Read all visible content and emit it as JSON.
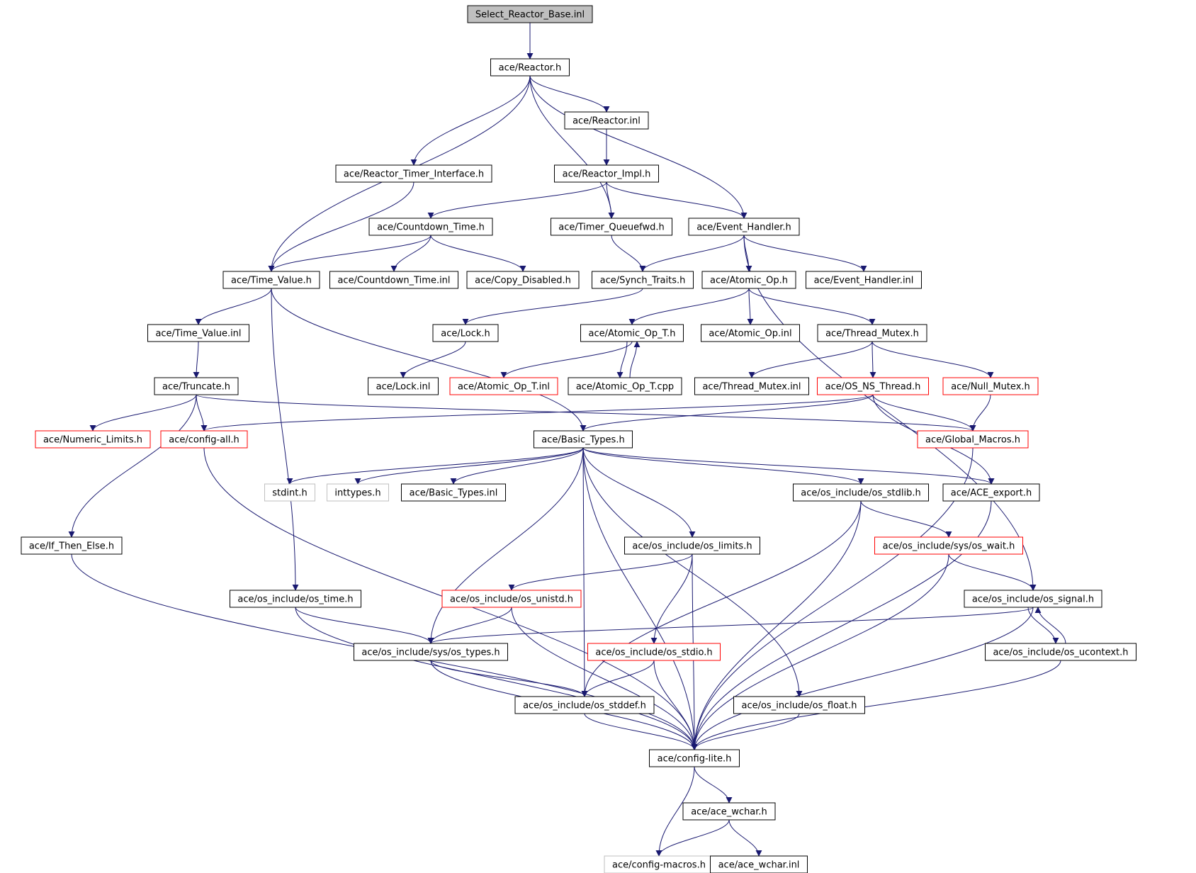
{
  "colors": {
    "edge": "#191970",
    "border_normal": "#000000",
    "border_red": "#ff0000",
    "border_gray": "#bfbfbf",
    "root_fill": "#bfbfbf",
    "node_fill": "#ffffff"
  },
  "nodes": [
    {
      "id": "root",
      "label": "Select_Reactor_Base.inl",
      "kind": "root"
    },
    {
      "id": "reactor_h",
      "label": "ace/Reactor.h",
      "kind": "normal"
    },
    {
      "id": "reactor_inl",
      "label": "ace/Reactor.inl",
      "kind": "normal"
    },
    {
      "id": "reactor_timer_interface",
      "label": "ace/Reactor_Timer_Interface.h",
      "kind": "normal"
    },
    {
      "id": "reactor_impl",
      "label": "ace/Reactor_Impl.h",
      "kind": "normal"
    },
    {
      "id": "countdown_time_h",
      "label": "ace/Countdown_Time.h",
      "kind": "normal"
    },
    {
      "id": "timer_queuefwd",
      "label": "ace/Timer_Queuefwd.h",
      "kind": "normal"
    },
    {
      "id": "event_handler_h",
      "label": "ace/Event_Handler.h",
      "kind": "normal"
    },
    {
      "id": "time_value_h",
      "label": "ace/Time_Value.h",
      "kind": "normal"
    },
    {
      "id": "countdown_time_inl",
      "label": "ace/Countdown_Time.inl",
      "kind": "normal"
    },
    {
      "id": "copy_disabled",
      "label": "ace/Copy_Disabled.h",
      "kind": "normal"
    },
    {
      "id": "synch_traits",
      "label": "ace/Synch_Traits.h",
      "kind": "normal"
    },
    {
      "id": "atomic_op_h",
      "label": "ace/Atomic_Op.h",
      "kind": "normal"
    },
    {
      "id": "event_handler_inl",
      "label": "ace/Event_Handler.inl",
      "kind": "normal"
    },
    {
      "id": "time_value_inl",
      "label": "ace/Time_Value.inl",
      "kind": "normal"
    },
    {
      "id": "lock_h",
      "label": "ace/Lock.h",
      "kind": "normal"
    },
    {
      "id": "atomic_op_t_h",
      "label": "ace/Atomic_Op_T.h",
      "kind": "normal"
    },
    {
      "id": "atomic_op_inl",
      "label": "ace/Atomic_Op.inl",
      "kind": "normal"
    },
    {
      "id": "thread_mutex_h",
      "label": "ace/Thread_Mutex.h",
      "kind": "normal"
    },
    {
      "id": "truncate_h",
      "label": "ace/Truncate.h",
      "kind": "normal"
    },
    {
      "id": "lock_inl",
      "label": "ace/Lock.inl",
      "kind": "normal"
    },
    {
      "id": "atomic_op_t_inl",
      "label": "ace/Atomic_Op_T.inl",
      "kind": "red"
    },
    {
      "id": "atomic_op_t_cpp",
      "label": "ace/Atomic_Op_T.cpp",
      "kind": "normal"
    },
    {
      "id": "thread_mutex_inl",
      "label": "ace/Thread_Mutex.inl",
      "kind": "normal"
    },
    {
      "id": "os_ns_thread",
      "label": "ace/OS_NS_Thread.h",
      "kind": "red"
    },
    {
      "id": "null_mutex",
      "label": "ace/Null_Mutex.h",
      "kind": "red"
    },
    {
      "id": "numeric_limits",
      "label": "ace/Numeric_Limits.h",
      "kind": "red"
    },
    {
      "id": "config_all",
      "label": "ace/config-all.h",
      "kind": "red"
    },
    {
      "id": "basic_types_h",
      "label": "ace/Basic_Types.h",
      "kind": "normal"
    },
    {
      "id": "global_macros",
      "label": "ace/Global_Macros.h",
      "kind": "red"
    },
    {
      "id": "stdint",
      "label": "stdint.h",
      "kind": "gray"
    },
    {
      "id": "inttypes",
      "label": "inttypes.h",
      "kind": "gray"
    },
    {
      "id": "basic_types_inl",
      "label": "ace/Basic_Types.inl",
      "kind": "normal"
    },
    {
      "id": "os_stdlib",
      "label": "ace/os_include/os_stdlib.h",
      "kind": "normal"
    },
    {
      "id": "ace_export",
      "label": "ace/ACE_export.h",
      "kind": "normal"
    },
    {
      "id": "if_then_else",
      "label": "ace/If_Then_Else.h",
      "kind": "normal"
    },
    {
      "id": "os_limits",
      "label": "ace/os_include/os_limits.h",
      "kind": "normal"
    },
    {
      "id": "os_wait",
      "label": "ace/os_include/sys/os_wait.h",
      "kind": "red"
    },
    {
      "id": "os_time",
      "label": "ace/os_include/os_time.h",
      "kind": "normal"
    },
    {
      "id": "os_unistd",
      "label": "ace/os_include/os_unistd.h",
      "kind": "red"
    },
    {
      "id": "os_signal",
      "label": "ace/os_include/os_signal.h",
      "kind": "normal"
    },
    {
      "id": "os_types",
      "label": "ace/os_include/sys/os_types.h",
      "kind": "normal"
    },
    {
      "id": "os_stdio",
      "label": "ace/os_include/os_stdio.h",
      "kind": "red"
    },
    {
      "id": "os_ucontext",
      "label": "ace/os_include/os_ucontext.h",
      "kind": "normal"
    },
    {
      "id": "os_stddef",
      "label": "ace/os_include/os_stddef.h",
      "kind": "normal"
    },
    {
      "id": "os_float",
      "label": "ace/os_include/os_float.h",
      "kind": "normal"
    },
    {
      "id": "config_lite",
      "label": "ace/config-lite.h",
      "kind": "normal"
    },
    {
      "id": "ace_wchar_h",
      "label": "ace/ace_wchar.h",
      "kind": "normal"
    },
    {
      "id": "config_macros",
      "label": "ace/config-macros.h",
      "kind": "gray"
    },
    {
      "id": "ace_wchar_inl",
      "label": "ace/ace_wchar.inl",
      "kind": "normal"
    }
  ],
  "edges": [
    [
      "root",
      "reactor_h"
    ],
    [
      "reactor_h",
      "reactor_inl"
    ],
    [
      "reactor_h",
      "reactor_timer_interface"
    ],
    [
      "reactor_h",
      "time_value_h"
    ],
    [
      "reactor_h",
      "timer_queuefwd"
    ],
    [
      "reactor_h",
      "event_handler_h"
    ],
    [
      "reactor_inl",
      "reactor_impl"
    ],
    [
      "reactor_timer_interface",
      "time_value_h"
    ],
    [
      "reactor_impl",
      "countdown_time_h"
    ],
    [
      "reactor_impl",
      "timer_queuefwd"
    ],
    [
      "reactor_impl",
      "event_handler_h"
    ],
    [
      "countdown_time_h",
      "time_value_h"
    ],
    [
      "countdown_time_h",
      "countdown_time_inl"
    ],
    [
      "countdown_time_h",
      "copy_disabled"
    ],
    [
      "timer_queuefwd",
      "synch_traits"
    ],
    [
      "event_handler_h",
      "synch_traits"
    ],
    [
      "event_handler_h",
      "atomic_op_h"
    ],
    [
      "event_handler_h",
      "event_handler_inl"
    ],
    [
      "event_handler_h",
      "os_signal"
    ],
    [
      "time_value_h",
      "time_value_inl"
    ],
    [
      "time_value_h",
      "os_time"
    ],
    [
      "time_value_h",
      "basic_types_h"
    ],
    [
      "synch_traits",
      "lock_h"
    ],
    [
      "atomic_op_h",
      "atomic_op_t_h"
    ],
    [
      "atomic_op_h",
      "atomic_op_inl"
    ],
    [
      "atomic_op_h",
      "thread_mutex_h"
    ],
    [
      "time_value_inl",
      "truncate_h"
    ],
    [
      "lock_h",
      "lock_inl"
    ],
    [
      "atomic_op_t_h",
      "atomic_op_t_inl"
    ],
    [
      "atomic_op_t_h",
      "atomic_op_t_cpp"
    ],
    [
      "atomic_op_t_cpp",
      "atomic_op_t_h"
    ],
    [
      "thread_mutex_h",
      "thread_mutex_inl"
    ],
    [
      "thread_mutex_h",
      "os_ns_thread"
    ],
    [
      "thread_mutex_h",
      "null_mutex"
    ],
    [
      "truncate_h",
      "numeric_limits"
    ],
    [
      "truncate_h",
      "config_all"
    ],
    [
      "truncate_h",
      "if_then_else"
    ],
    [
      "truncate_h",
      "global_macros"
    ],
    [
      "os_ns_thread",
      "config_all"
    ],
    [
      "os_ns_thread",
      "basic_types_h"
    ],
    [
      "os_ns_thread",
      "global_macros"
    ],
    [
      "os_ns_thread",
      "ace_export"
    ],
    [
      "null_mutex",
      "global_macros"
    ],
    [
      "config_all",
      "config_lite"
    ],
    [
      "basic_types_h",
      "stdint"
    ],
    [
      "basic_types_h",
      "inttypes"
    ],
    [
      "basic_types_h",
      "basic_types_inl"
    ],
    [
      "basic_types_h",
      "os_stdlib"
    ],
    [
      "basic_types_h",
      "ace_export"
    ],
    [
      "basic_types_h",
      "os_limits"
    ],
    [
      "basic_types_h",
      "os_types"
    ],
    [
      "basic_types_h",
      "os_stddef"
    ],
    [
      "basic_types_h",
      "os_float"
    ],
    [
      "basic_types_h",
      "config_lite"
    ],
    [
      "global_macros",
      "config_lite"
    ],
    [
      "os_stdlib",
      "os_wait"
    ],
    [
      "os_stdlib",
      "os_stddef"
    ],
    [
      "os_stdlib",
      "config_lite"
    ],
    [
      "ace_export",
      "config_lite"
    ],
    [
      "if_then_else",
      "config_lite"
    ],
    [
      "os_limits",
      "os_unistd"
    ],
    [
      "os_limits",
      "os_stdio"
    ],
    [
      "os_limits",
      "config_lite"
    ],
    [
      "os_wait",
      "os_signal"
    ],
    [
      "os_wait",
      "config_lite"
    ],
    [
      "os_time",
      "os_types"
    ],
    [
      "os_time",
      "config_lite"
    ],
    [
      "os_unistd",
      "os_types"
    ],
    [
      "os_unistd",
      "config_lite"
    ],
    [
      "os_signal",
      "os_types"
    ],
    [
      "os_signal",
      "os_ucontext"
    ],
    [
      "os_signal",
      "config_lite"
    ],
    [
      "os_ucontext",
      "os_signal"
    ],
    [
      "os_ucontext",
      "config_lite"
    ],
    [
      "os_types",
      "os_stddef"
    ],
    [
      "os_types",
      "config_lite"
    ],
    [
      "os_stdio",
      "os_stddef"
    ],
    [
      "os_stdio",
      "config_lite"
    ],
    [
      "os_stddef",
      "config_lite"
    ],
    [
      "os_float",
      "config_lite"
    ],
    [
      "config_lite",
      "ace_wchar_h"
    ],
    [
      "config_lite",
      "config_macros"
    ],
    [
      "ace_wchar_h",
      "config_macros"
    ],
    [
      "ace_wchar_h",
      "ace_wchar_inl"
    ]
  ]
}
